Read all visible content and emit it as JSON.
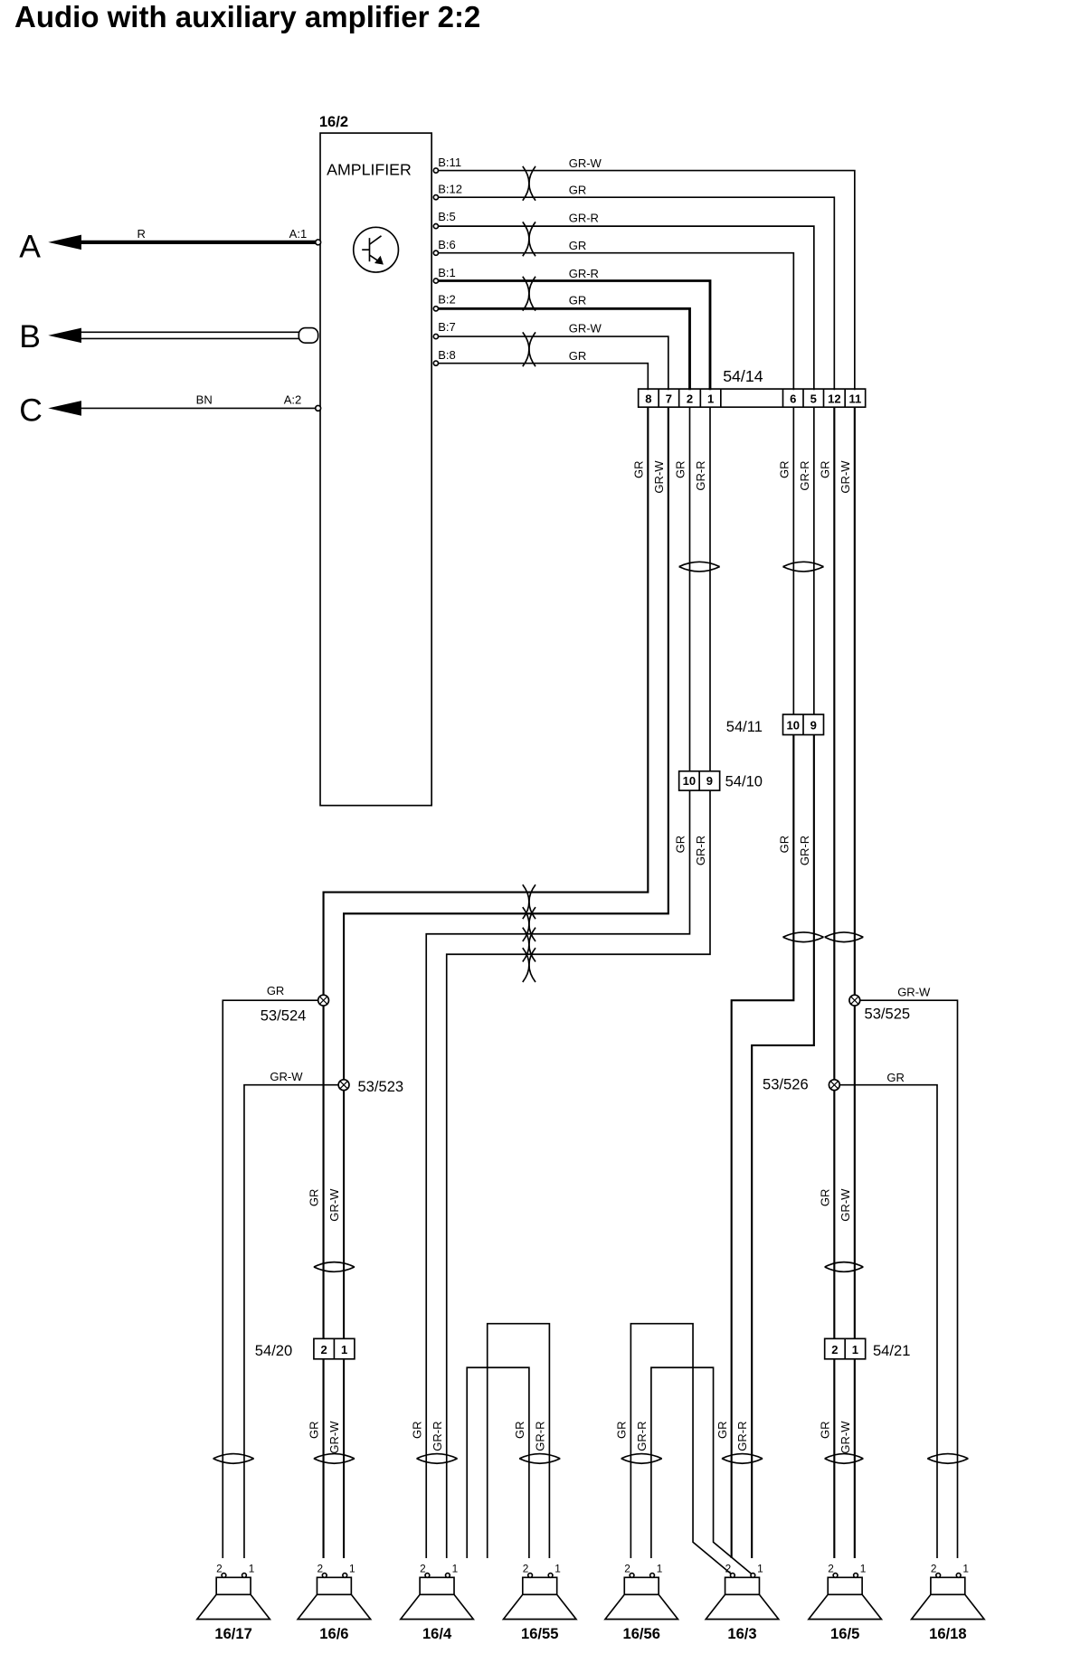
{
  "title": "Audio with auxiliary amplifier 2:2",
  "amplifier": {
    "id": "16/2",
    "label": "AMPLIFIER"
  },
  "outputs": [
    {
      "letter": "A",
      "color": "R",
      "pin": "A:1"
    },
    {
      "letter": "B",
      "color": "",
      "pin": ""
    },
    {
      "letter": "C",
      "color": "BN",
      "pin": "A:2"
    }
  ],
  "amp_pins": [
    {
      "pin": "B:11",
      "color": "GR-W"
    },
    {
      "pin": "B:12",
      "color": "GR"
    },
    {
      "pin": "B:5",
      "color": "GR-R"
    },
    {
      "pin": "B:6",
      "color": "GR"
    },
    {
      "pin": "B:1",
      "color": "GR-R"
    },
    {
      "pin": "B:2",
      "color": "GR"
    },
    {
      "pin": "B:7",
      "color": "GR-W"
    },
    {
      "pin": "B:8",
      "color": "GR"
    }
  ],
  "connector_54_14": {
    "id": "54/14",
    "pins_left": [
      "8",
      "7",
      "2",
      "1"
    ],
    "pins_right": [
      "6",
      "5",
      "12",
      "11"
    ]
  },
  "connector_54_11": {
    "id": "54/11",
    "pins": [
      "10",
      "9"
    ]
  },
  "connector_54_10": {
    "id": "54/10",
    "pins": [
      "10",
      "9"
    ]
  },
  "connector_54_20": {
    "id": "54/20",
    "pins": [
      "2",
      "1"
    ]
  },
  "connector_54_21": {
    "id": "54/21",
    "pins": [
      "2",
      "1"
    ]
  },
  "splices": [
    "53/524",
    "53/523",
    "53/526",
    "53/525"
  ],
  "speakers": [
    "16/17",
    "16/6",
    "16/4",
    "16/55",
    "16/56",
    "16/3",
    "16/5",
    "16/18"
  ],
  "wire_colors": {
    "gr": "GR",
    "grw": "GR-W",
    "grr": "GR-R"
  },
  "terminal_numbers": {
    "t2": "2",
    "t1": "1"
  }
}
